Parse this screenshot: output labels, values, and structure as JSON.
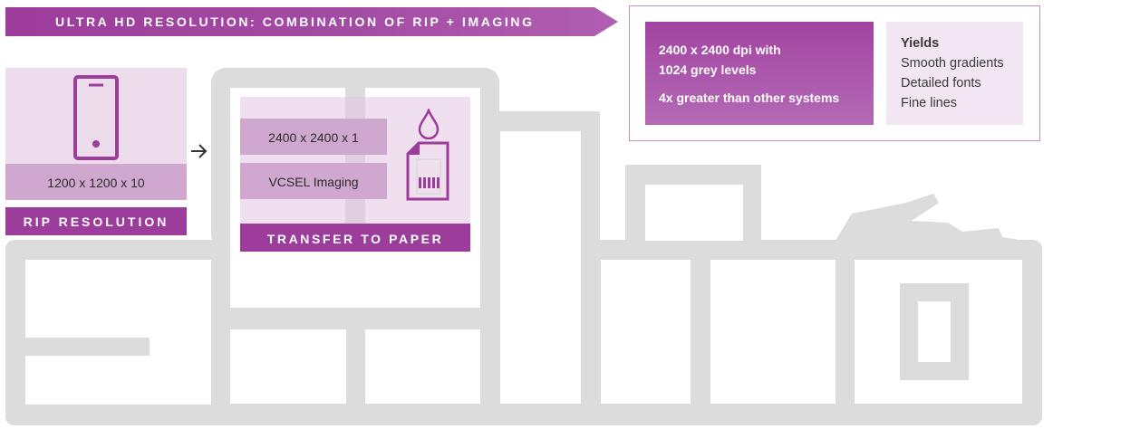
{
  "banner": {
    "title": "ULTRA HD RESOLUTION: COMBINATION OF RIP + IMAGING"
  },
  "rip": {
    "value": "1200 x 1200 x 10",
    "label": "RIP RESOLUTION"
  },
  "transfer": {
    "value_resolution": "2400 x 2400 x 1",
    "value_imaging": "VCSEL Imaging",
    "label": "TRANSFER TO PAPER"
  },
  "specs": {
    "line1": "2400 x 2400 dpi with",
    "line2": "1024 grey levels",
    "line3": "4x greater than other systems"
  },
  "yields": {
    "heading": "Yields",
    "items": [
      "Smooth gradients",
      "Detailed fonts",
      "Fine lines"
    ]
  },
  "colors": {
    "accent": "#9c3c9b",
    "accent_light": "#cfa7cf",
    "tint": "#ecdcec",
    "machine_gray": "#dcdcdc"
  },
  "icons": [
    "phone-icon",
    "arrow-right-icon",
    "ink-drop-icon",
    "printed-sheet-icon"
  ]
}
